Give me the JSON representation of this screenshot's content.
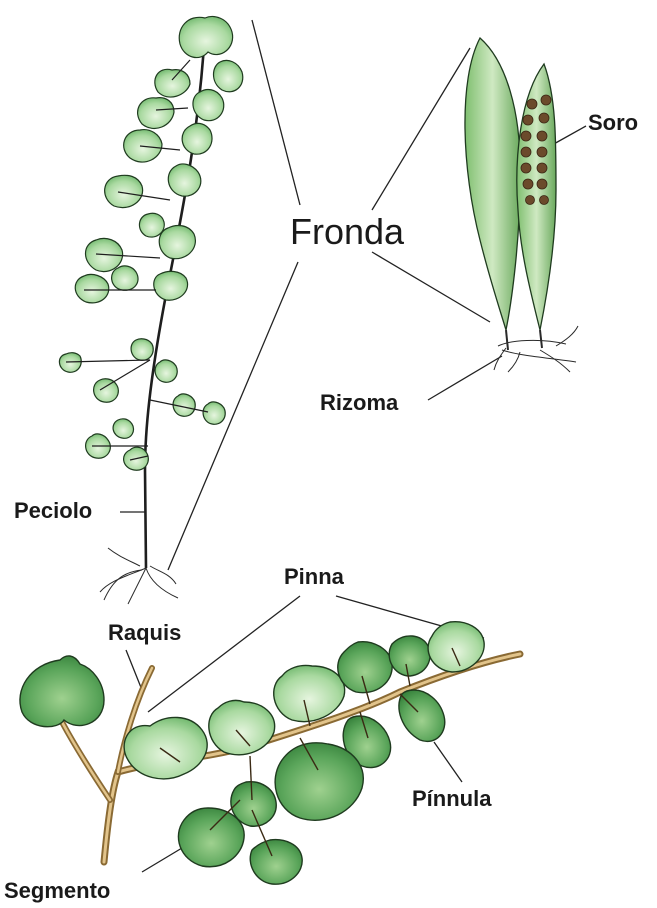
{
  "diagram": {
    "labels": {
      "fronda": "Fronda",
      "soro": "Soro",
      "rizoma": "Rizoma",
      "peciolo": "Peciolo",
      "pinna": "Pinna",
      "raquis": "Raquis",
      "pinnula": "Pínnula",
      "segmento": "Segmento"
    },
    "colors": {
      "leaf_light": "#a9d9a0",
      "leaf_mid": "#6bb86a",
      "leaf_dark": "#3f8a44",
      "leaf_outline": "#1f3b1f",
      "stem": "#2a2a2a",
      "rachis_branch": "#c9a66b",
      "sorus": "#6b4a2b",
      "leader_line": "#222222"
    }
  }
}
